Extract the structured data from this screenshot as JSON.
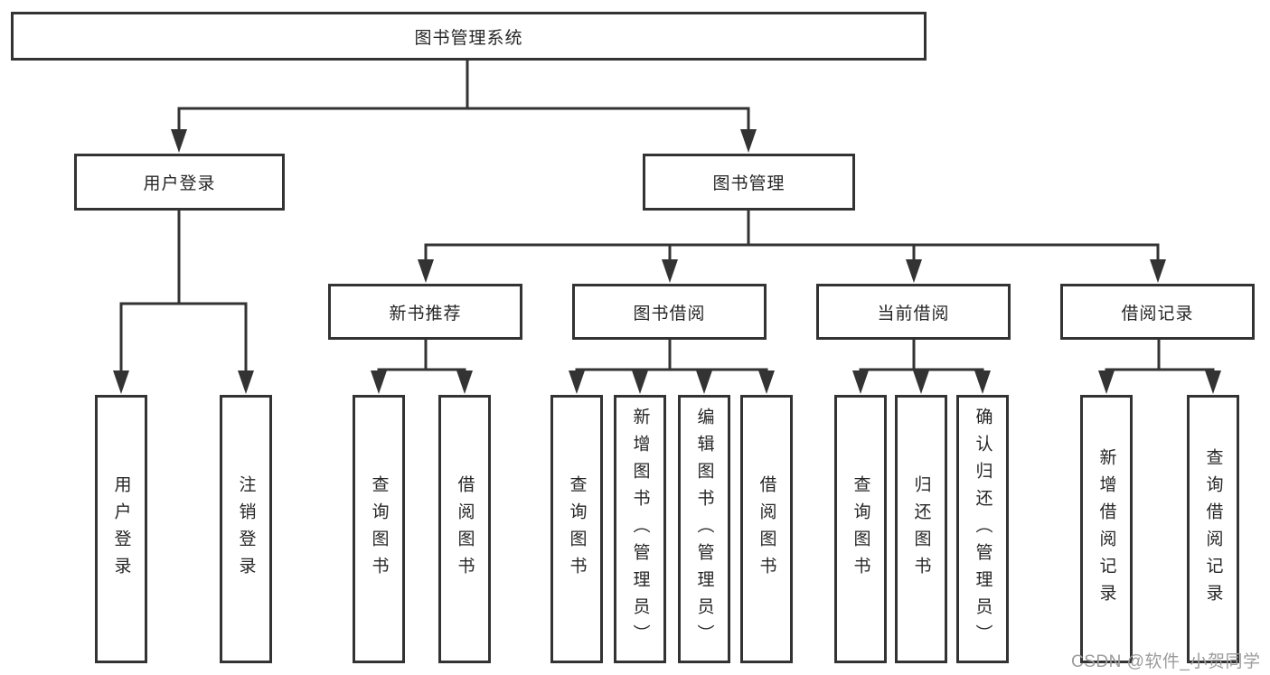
{
  "theme": {
    "line": "#333333",
    "text": "#262626",
    "background": "#ffffff",
    "watermark": "#9c9c9c"
  },
  "watermark_text": "CSDN @软件_小贺同学",
  "diagram": {
    "root": "图书管理系统",
    "branches": [
      {
        "label": "用户登录",
        "leaves": [
          "用户登录",
          "注销登录"
        ]
      },
      {
        "label": "图书管理",
        "groups": [
          {
            "label": "新书推荐",
            "leaves": [
              "查询图书",
              "借阅图书"
            ]
          },
          {
            "label": "图书借阅",
            "leaves": [
              "查询图书",
              "新增图书（管理员）",
              "编辑图书（管理员）",
              "借阅图书"
            ]
          },
          {
            "label": "当前借阅",
            "leaves": [
              "查询图书",
              "归还图书",
              "确认归还（管理员）"
            ]
          },
          {
            "label": "借阅记录",
            "leaves": [
              "新增借阅记录",
              "查询借阅记录"
            ]
          }
        ]
      }
    ]
  }
}
